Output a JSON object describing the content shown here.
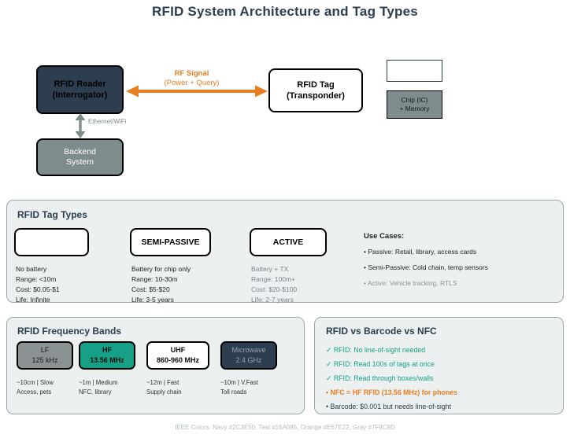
{
  "page": {
    "title": "RFID System Architecture and Tag Types",
    "footer": "IEEE Colors: Navy #2C3E50, Teal #16A085, Orange #E67E22, Gray #7F8C8D"
  },
  "colors": {
    "navy": "#2C3E50",
    "teal": "#16A085",
    "orange": "#E67E22",
    "gray": "#7F8C8D",
    "panel_bg": "#ECF0F1",
    "white": "#FFFFFF"
  },
  "architecture": {
    "reader": {
      "line1": "RFID Reader",
      "line2": "(Interrogator)"
    },
    "tag": {
      "line1": "RFID Tag",
      "line2": "(Transponder)"
    },
    "backend": {
      "line1": "Backend",
      "line2": "System"
    },
    "tag_internals": {
      "antenna_label": "",
      "chip": {
        "line1": "Chip (IC)",
        "line2": "+ Memory"
      }
    },
    "rf_link": {
      "line1": "RF Signal",
      "line2": "(Power + Query)"
    },
    "backend_link": {
      "label": "Ethernet/WiFi"
    }
  },
  "tag_types_panel": {
    "title": "RFID Tag Types",
    "cards": [
      {
        "name": "",
        "specs": "No battery\nRange: <10m\nCost: $0.05-$1\nLife: Infinite",
        "dim": false
      },
      {
        "name": "SEMI-PASSIVE",
        "specs": "Battery for chip only\nRange: 10-30m\nCost: $5-$20\nLife: 3-5 years",
        "dim": false
      },
      {
        "name": "ACTIVE",
        "specs": "Battery + TX\nRange: 100m+\nCost: $20-$100\nLife: 2-7 years",
        "dim": true
      }
    ],
    "use_cases_title": "Use Cases:",
    "use_cases": [
      {
        "text": "• Passive: Retail, library, access cards",
        "dim": false
      },
      {
        "text": "• Semi-Passive: Cold chain, temp sensors",
        "dim": false
      },
      {
        "text": "• Active: Vehicle tracking, RTLS",
        "dim": true
      }
    ]
  },
  "frequency_panel": {
    "title": "RFID Frequency Bands",
    "bands": [
      {
        "name": "LF",
        "value": "125 kHz",
        "note": "~10cm | Slow\nAccess, pets",
        "bg": "#8A9293",
        "fg": "#1a1a1a",
        "bold": false
      },
      {
        "name": "HF",
        "value": "13.56 MHz",
        "note": "~1m | Medium\nNFC, library",
        "bg": "#16A085",
        "fg": "#0d0d0d",
        "bold": true
      },
      {
        "name": "UHF",
        "value": "860-960 MHz",
        "note": "~12m | Fast\nSupply chain",
        "bg": "#FFFFFF",
        "fg": "#0d0d0d",
        "bold": true
      },
      {
        "name": "Microwave",
        "value": "2.4 GHz",
        "note": "~10m | V.Fast\nToll roads",
        "bg": "#2C3E50",
        "fg": "#99a3ad",
        "bold": false
      }
    ]
  },
  "comparison_panel": {
    "title": "RFID vs Barcode vs NFC",
    "rows": [
      {
        "text": "✓ RFID: No line-of-sight needed",
        "style": "teal"
      },
      {
        "text": "✓ RFID: Read 100s of tags at once",
        "style": "teal"
      },
      {
        "text": "✓ RFID: Read through boxes/walls",
        "style": "teal"
      },
      {
        "text": "• NFC = HF RFID (13.56 MHz) for phones",
        "style": "orange"
      },
      {
        "text": "• Barcode: $0.001 but needs line-of-sight",
        "style": "dark"
      }
    ]
  }
}
